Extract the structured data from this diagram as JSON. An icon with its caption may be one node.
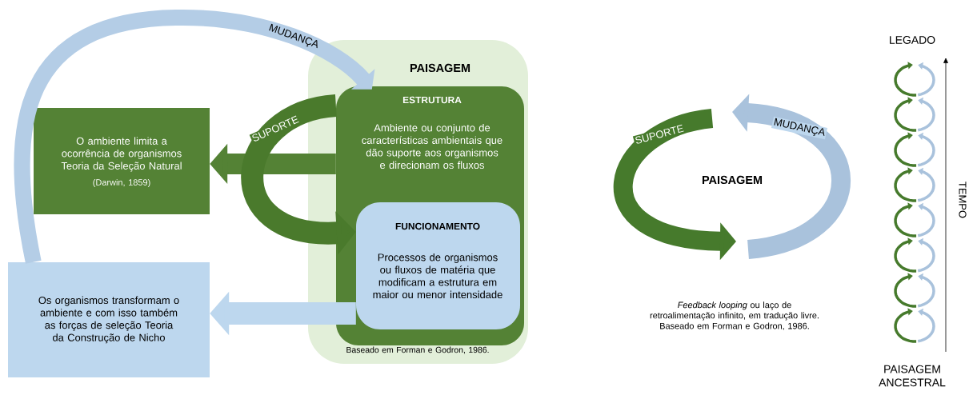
{
  "diagram": {
    "nodes": [
      {
        "text": [
          "PAISAGEM",
          "Baseado em Forman e Godron, 1986."
        ]
      },
      {
        "text": [
          "ESTRUTURA",
          "Ambiente ou conjunto de características ambientais que dão suporte aos organismos e direcionam os fluxos"
        ],
        "in": 0
      },
      {
        "text": [
          "FUNCIONAMENTO",
          "Processos de organismos ou fluxos de matéria que modificam a estrutura em maior ou menor intensidade"
        ],
        "in": 1
      },
      {
        "text": [
          "O ambiente limita a ocorrência de organismos Teoria da Seleção Natural",
          "(Darwin, 1859)"
        ]
      },
      {
        "text": [
          "Os organismos transformam o ambiente e com isso também as forças de seleção Teoria da Construção de Nicho"
        ]
      }
    ],
    "edges": [
      {
        "from": 1,
        "to": 3,
        "arrow": "to",
        "color": "#548235"
      },
      {
        "from": 1,
        "to": 2,
        "arrow": "to",
        "label": "SUPORTE",
        "color": "#4a7a2c"
      },
      {
        "from": 2,
        "to": 4,
        "arrow": "to",
        "color": "#bdd7ee"
      },
      {
        "from": 4,
        "to": 1,
        "arrow": "to",
        "label": "MUDANÇA",
        "color": "#b4cde6"
      }
    ],
    "labels": [
      "SUPORTE",
      "MUDANÇA",
      "PAISAGEM",
      "*Feedback looping* ou laço de retroalimentação infinito, em tradução livre. Baseado em Forman e Godron, 1986.",
      "LEGADO",
      "TEMPO",
      "PAISAGEM ANCESTRAL"
    ]
  }
}
